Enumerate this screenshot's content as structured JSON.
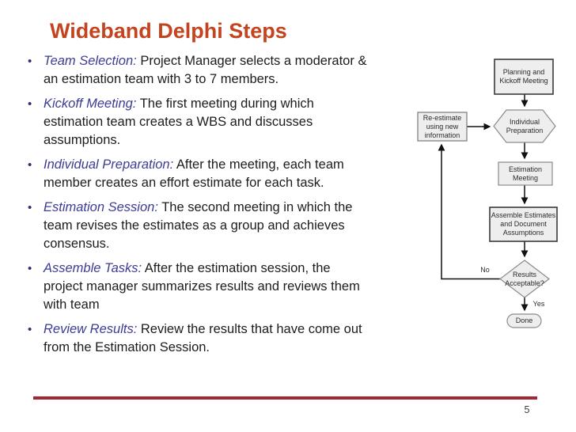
{
  "slide": {
    "title": "Wideband Delphi Steps",
    "page_number": "5"
  },
  "bullets": [
    {
      "lead": "Team Selection:",
      "text": "Project Manager selects a moderator &\nan estimation team with 3 to 7 members."
    },
    {
      "lead": "Kickoff Meeting:",
      "text": "The first meeting during which\nestimation team creates a WBS and discusses\nassumptions."
    },
    {
      "lead": "Individual Preparation:",
      "text": "After the meeting, each team\nmember creates an effort estimate for each task."
    },
    {
      "lead": "Estimation Session:",
      "text": "The second meeting in which the\nteam revises the estimates as a group and achieves\nconsensus."
    },
    {
      "lead": "Assemble Tasks:",
      "text": "After the estimation session, the\nproject manager summarizes results and reviews them\nwith team"
    },
    {
      "lead": "Review Results:",
      "text": "Review the results that have come out\nfrom the Estimation Session."
    }
  ],
  "flowchart": {
    "nodes": {
      "planning": "Planning and\nKickoff Meeting",
      "individual": "Individual\nPreparation",
      "reestimate": "Re-estimate\nusing new\ninformation",
      "estimation": "Estimation\nMeeting",
      "assemble": "Assemble Estimates\nand Document\nAssumptions",
      "results": "Results\nAcceptable?",
      "done": "Done"
    },
    "edge_labels": {
      "no": "No",
      "yes": "Yes"
    }
  },
  "colors": {
    "title_orange": "#c4441f",
    "lead_blue": "#3c3c96",
    "bullet_navy": "#2f2f73",
    "body_text": "#1c1c1c",
    "footer_red": "#a12936",
    "node_fill": "#eeeeee",
    "node_border": "#8a8a8a",
    "connector_black": "#111111"
  }
}
